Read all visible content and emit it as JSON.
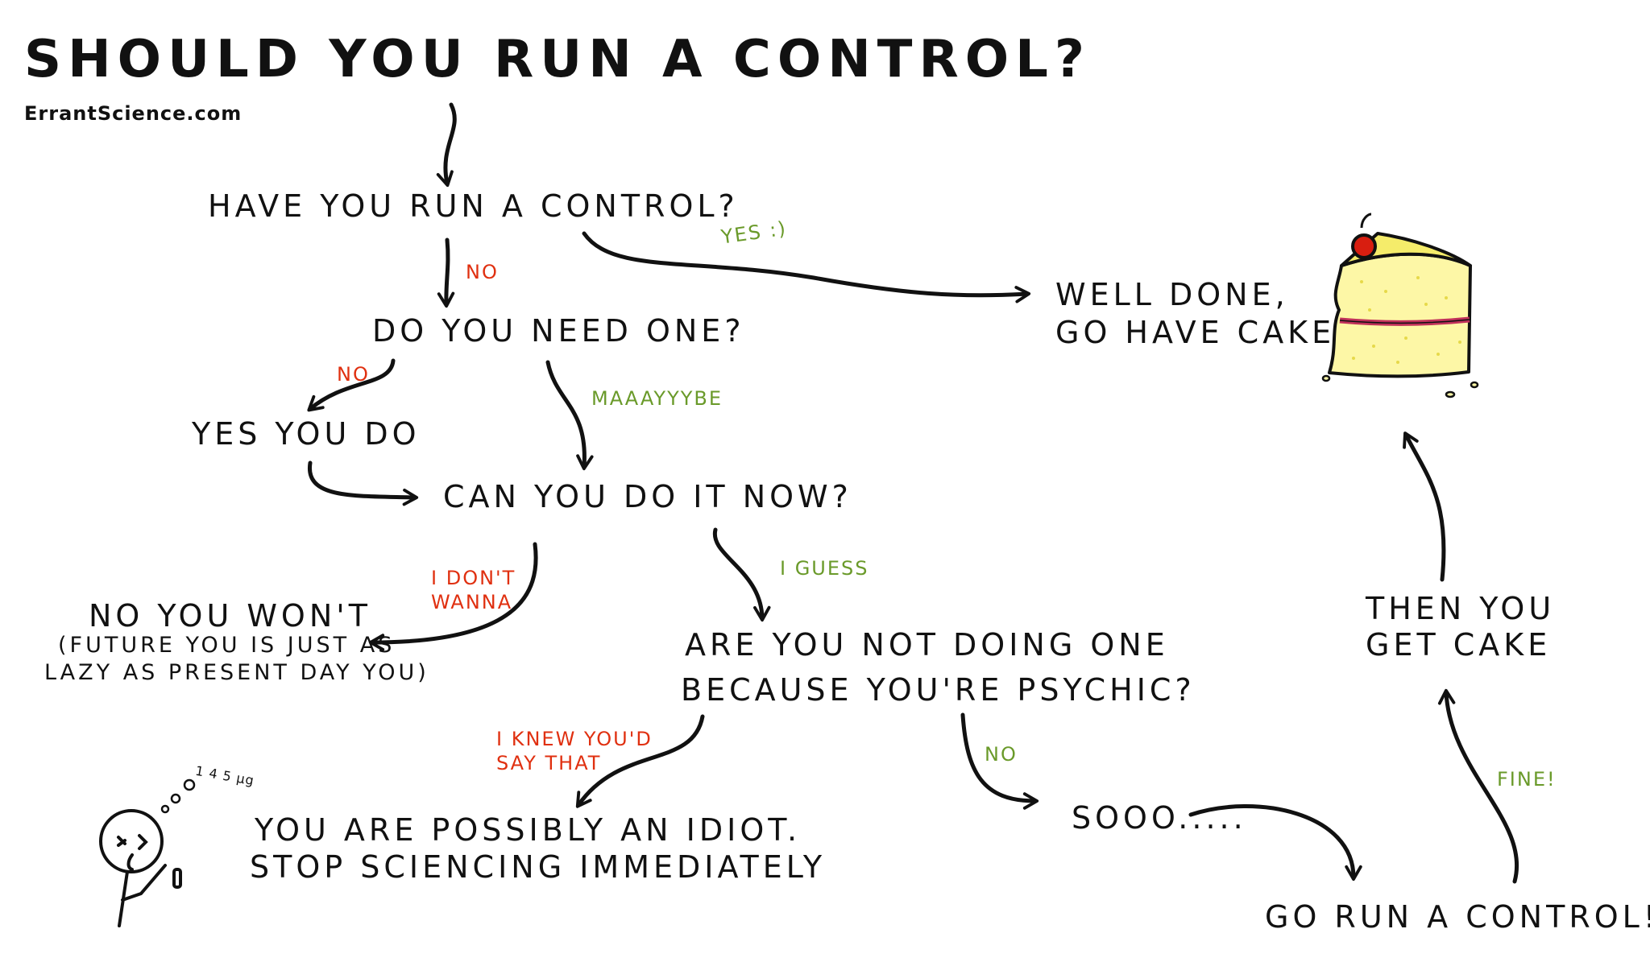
{
  "header": {
    "title": "Should you run a control?",
    "source": "ErrantScience.com"
  },
  "nodes": {
    "have_run": "Have you run a control?",
    "well_done_1": "Well done,",
    "well_done_2": "go have cake",
    "need_one": "Do you need one?",
    "yes_you_do": "Yes you do",
    "do_it_now": "Can you do it now?",
    "no_you_wont": "No you won't",
    "future_1": "(future you is just as",
    "future_2": "lazy as present day you)",
    "psychic_1": "Are you not doing one",
    "psychic_2": "because you're psychic?",
    "idiot_1": "You are possibly an idiot.",
    "idiot_2": "Stop sciencing immediately",
    "sooo": "Sooo.....",
    "go_run": "Go run a control!!",
    "then_cake_1": "Then you",
    "then_cake_2": "get cake"
  },
  "labels": {
    "yes": "Yes :)",
    "no_1": "No",
    "no_2": "No",
    "maybe": "Maaayyybe",
    "dont_wanna_1": "I don't",
    "dont_wanna_2": "wanna",
    "i_guess": "I guess",
    "knew_1": "I knew you'd",
    "knew_2": "say that",
    "no_3": "No",
    "fine": "Fine!"
  },
  "thought_bubble": "1 4 5 μg",
  "colors": {
    "ink": "#111111",
    "label_negative": "#e03010",
    "label_positive": "#6a9a2a",
    "cake_sponge": "#fdf7a6",
    "cake_top": "#f5ec6a",
    "cake_jam": "#c0305a",
    "cherry": "#d81e10"
  },
  "icons": [
    "cake-slice-icon",
    "stick-figure-icon"
  ]
}
